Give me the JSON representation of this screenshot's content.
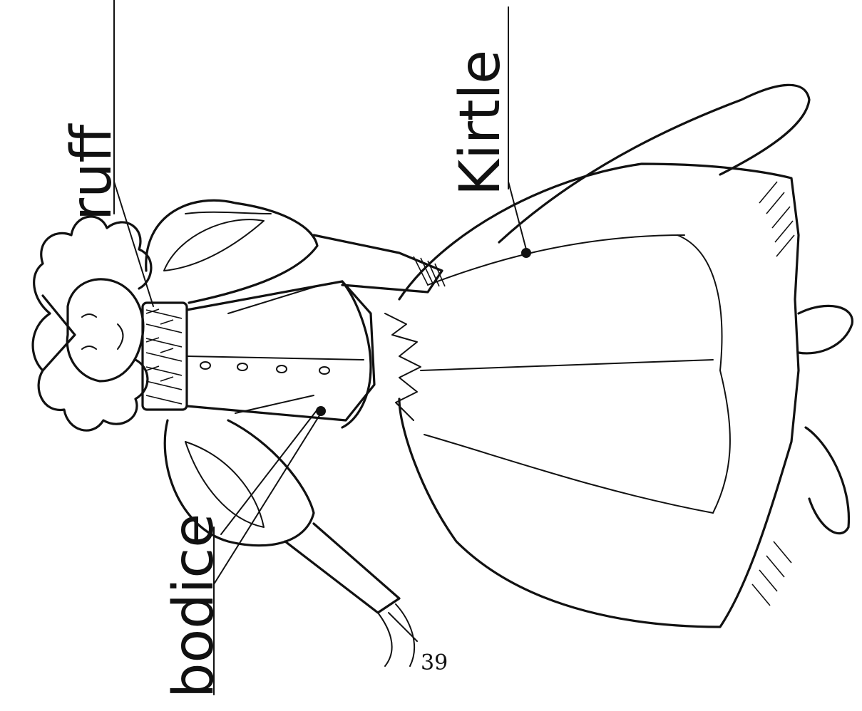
{
  "labels": {
    "ruff": "ruff",
    "kirtle": "Kirtle",
    "bodice": "bodice"
  },
  "page_number": "39",
  "colors": {
    "ink": "#111111",
    "paper": "#ffffff"
  }
}
